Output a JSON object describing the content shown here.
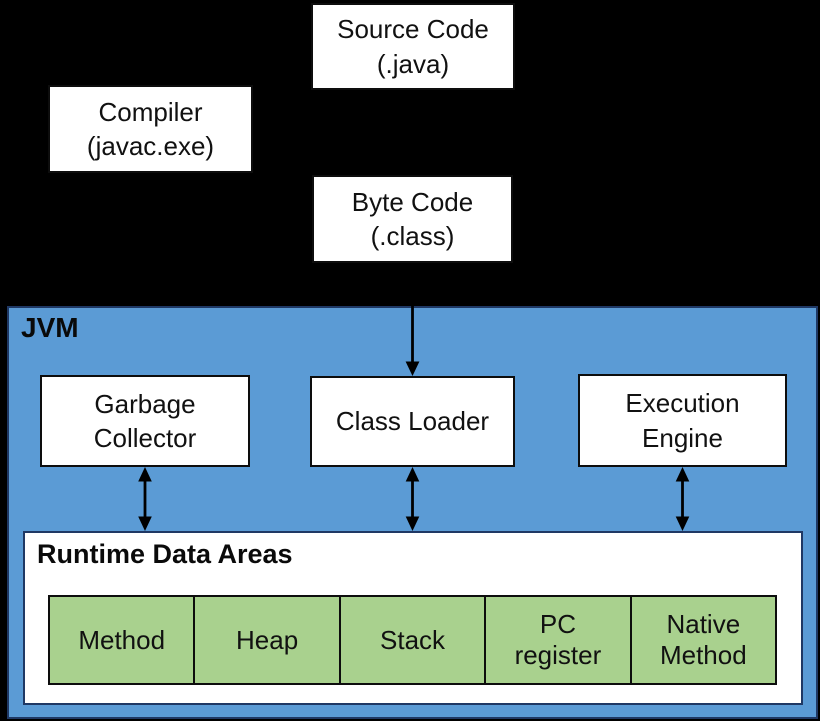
{
  "diagram": {
    "jvm_label": "JVM",
    "nodes": {
      "source_code": {
        "label": "Source Code\n(.java)"
      },
      "compiler": {
        "label": "Compiler\n(javac.exe)"
      },
      "byte_code": {
        "label": "Byte Code\n(.class)"
      },
      "garbage_collector": {
        "label": "Garbage\nCollector"
      },
      "class_loader": {
        "label": "Class Loader"
      },
      "execution_engine": {
        "label": "Execution\nEngine"
      },
      "runtime_data_areas": {
        "label": "Runtime Data Areas",
        "cells": [
          "Method",
          "Heap",
          "Stack",
          "PC register",
          "Native Method"
        ]
      }
    },
    "colors": {
      "background": "#000000",
      "jvm_fill": "#5B9BD5",
      "jvm_border": "#1F3864",
      "node_fill": "#FFFFFF",
      "node_border": "#0D0D0D",
      "cell_fill": "#A9D18E",
      "cell_border": "#0D0D0D",
      "arrow": "#000000",
      "text": "#111111"
    }
  }
}
